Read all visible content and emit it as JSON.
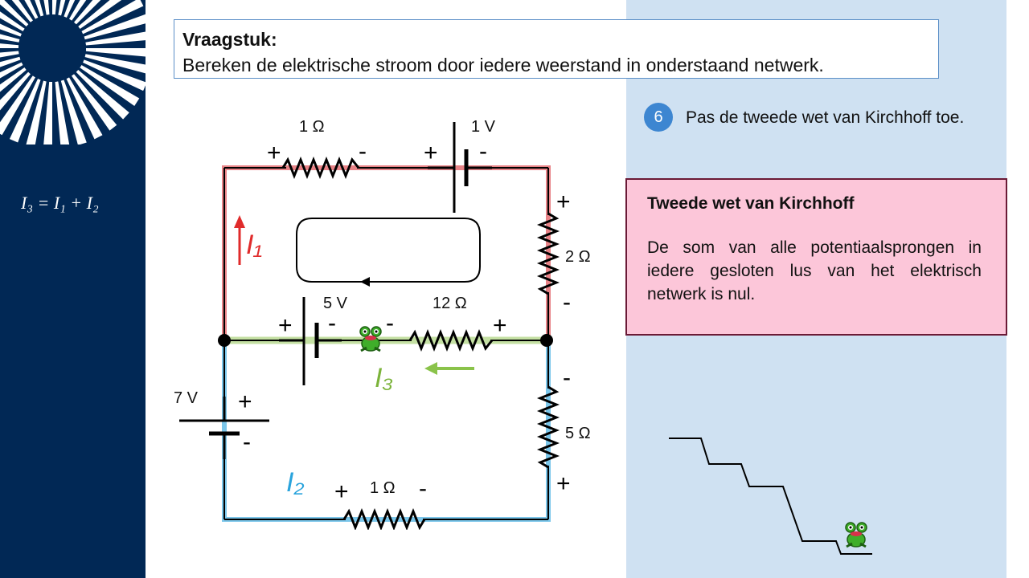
{
  "sidebar": {
    "equation": "I₃ = I₁ + I₂"
  },
  "question": {
    "title": "Vraagstuk:",
    "text": "Bereken de elektrische stroom door iedere weerstand in onderstaand netwerk."
  },
  "circuit": {
    "r_top": "1 Ω",
    "battery_top": "1 V",
    "r_right_top": "2 Ω",
    "battery_mid": "5 V",
    "r_mid": "12 Ω",
    "battery_left": "7 V",
    "r_right_bottom": "5 Ω",
    "r_bottom": "1 Ω",
    "current_1": "I₁",
    "current_2": "I₂",
    "current_3": "I₃",
    "plus": "+",
    "minus": "-",
    "colors": {
      "loop1": "#e05a5f",
      "loop2": "#4fb3e3",
      "branch3": "#8ac34a",
      "current1": "#e02b2b",
      "current2": "#29a3dc",
      "current3": "#7bb33a"
    }
  },
  "step": {
    "number": "6",
    "text": "Pas de tweede wet van Kirchhoff toe."
  },
  "law": {
    "title": "Tweede wet van Kirchhoff",
    "body": "De som van alle potentiaalsprongen in iedere gesloten lus van het elektrisch netwerk is nul."
  },
  "icons": {
    "logo": "university-logo",
    "frog": "frog-icon"
  }
}
